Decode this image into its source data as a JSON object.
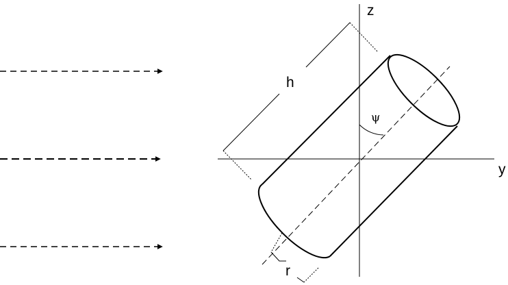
{
  "labels": {
    "axis_z": "z",
    "axis_y": "y",
    "height": "h",
    "radius": "r",
    "tilt_angle": "ψ"
  },
  "incident_arrows": {
    "count": 3,
    "style": "dashed"
  },
  "colors": {
    "stroke": "#000000",
    "background": "#ffffff"
  }
}
